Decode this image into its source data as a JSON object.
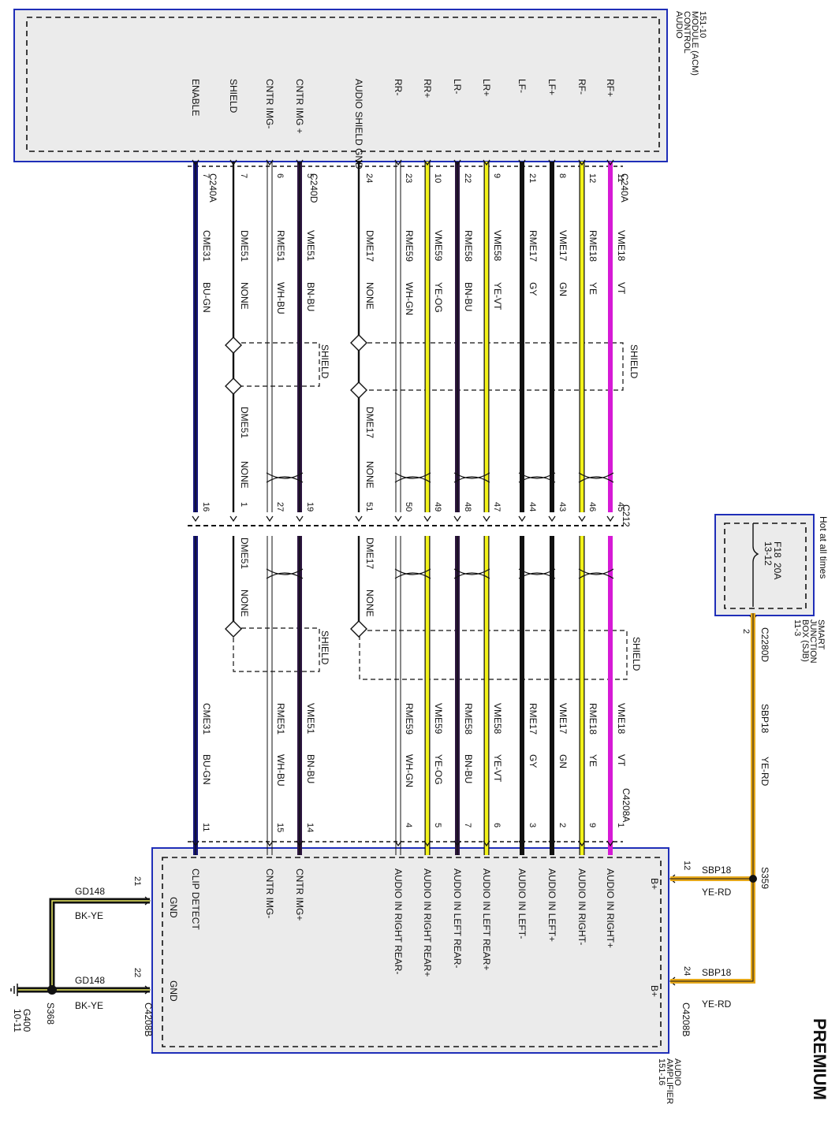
{
  "title": "PREMIUM",
  "acm": {
    "label": [
      "AUDIO",
      "CONTROL",
      "MODULE (ACM)",
      "151-10"
    ]
  },
  "amp": {
    "label": [
      "AUDIO",
      "AMPLIFIER",
      "151-16"
    ]
  },
  "sjb": {
    "label": [
      "SMART",
      "JUNCTION",
      "BOX (SJB)",
      "11-3"
    ],
    "hot": "Hot at all times",
    "fuse": "F18",
    "fuse_rating": "20A",
    "fuse_ref": "13-12"
  },
  "connectors": {
    "c240a": "C240A",
    "c240d": "C240D",
    "c212": "C212",
    "c4208a": "C4208A",
    "c4208b": "C4208B",
    "c2280d": "C2280D"
  },
  "shield_label": "SHIELD",
  "none_label": "NONE",
  "audio_shield_gnd": "AUDIO SHIELD GND",
  "wires": [
    {
      "id": "rf-plus",
      "acm": "RF+",
      "p1": "11",
      "c1": "VME18",
      "col1": "VT",
      "p2": "45",
      "c2": "VME18",
      "col2": "VT",
      "p3": "1",
      "amp": "AUDIO IN RIGHT+",
      "color": "#d61ad6"
    },
    {
      "id": "rf-minus",
      "acm": "RF-",
      "p1": "12",
      "c1": "RME18",
      "col1": "YE",
      "p2": "46",
      "c2": "RME18",
      "col2": "YE",
      "p3": "9",
      "amp": "AUDIO IN RIGHT-",
      "color": "#f2f21a"
    },
    {
      "id": "lf-plus",
      "acm": "LF+",
      "p1": "8",
      "c1": "VME17",
      "col1": "GN",
      "p2": "43",
      "c2": "VME17",
      "col2": "GN",
      "p3": "2",
      "amp": "AUDIO IN LEFT+",
      "color": "#111111"
    },
    {
      "id": "lf-minus",
      "acm": "LF-",
      "p1": "21",
      "c1": "RME17",
      "col1": "GY",
      "p2": "44",
      "c2": "RME17",
      "col2": "GY",
      "p3": "3",
      "amp": "AUDIO IN LEFT-",
      "color": "#111111"
    },
    {
      "id": "lr-plus",
      "acm": "LR+",
      "p1": "9",
      "c1": "VME58",
      "col1": "YE-VT",
      "p2": "47",
      "c2": "VME58",
      "col2": "YE-VT",
      "p3": "6",
      "amp": "AUDIO IN LEFT REAR+",
      "color": "#f2f21a"
    },
    {
      "id": "lr-minus",
      "acm": "LR-",
      "p1": "22",
      "c1": "RME58",
      "col1": "BN-BU",
      "p2": "48",
      "c2": "RME58",
      "col2": "BN-BU",
      "p3": "7",
      "amp": "AUDIO IN LEFT REAR-",
      "color": "#2d1640"
    },
    {
      "id": "rr-plus",
      "acm": "RR+",
      "p1": "10",
      "c1": "VME59",
      "col1": "YE-OG",
      "p2": "49",
      "c2": "VME59",
      "col2": "YE-OG",
      "p3": "5",
      "amp": "AUDIO IN RIGHT REAR+",
      "color": "#f2f21a"
    },
    {
      "id": "rr-minus",
      "acm": "RR-",
      "p1": "23",
      "c1": "RME59",
      "col1": "WH-GN",
      "p2": "50",
      "c2": "RME59",
      "col2": "WH-GN",
      "p3": "4",
      "amp": "AUDIO IN RIGHT REAR-",
      "color": "#ffffff"
    },
    {
      "id": "shield-gnd",
      "acm": "AUDIO SHIELD GND",
      "p1": "24",
      "c1": "DME17",
      "col1": "NONE",
      "p2": "51",
      "c2": "DME17",
      "col2": "NONE",
      "p3": "",
      "amp": "",
      "color": "#111111"
    },
    {
      "id": "cntr-img-plus",
      "acm": "CNTR IMG +",
      "p1": "5",
      "c1": "VME51",
      "col1": "BN-BU",
      "p2": "19",
      "c2": "VME51",
      "col2": "BN-BU",
      "p3": "14",
      "amp": "CNTR IMG+",
      "color": "#2d1640"
    },
    {
      "id": "cntr-img-minus",
      "acm": "CNTR IMG-",
      "p1": "6",
      "c1": "RME51",
      "col1": "WH-BU",
      "p2": "27",
      "c2": "RME51",
      "col2": "WH-BU",
      "p3": "15",
      "amp": "CNTR IMG-",
      "color": "#ffffff"
    },
    {
      "id": "shield",
      "acm": "SHIELD",
      "p1": "7",
      "c1": "DME51",
      "col1": "NONE",
      "p2": "1",
      "c2": "DME51",
      "col2": "NONE",
      "p3": "",
      "amp": "",
      "color": "#111111"
    },
    {
      "id": "enable",
      "acm": "ENABLE",
      "p1": "7",
      "c1": "CME31",
      "col1": "BU-GN",
      "p2": "16",
      "c2": "CME31",
      "col2": "BU-GN",
      "p3": "11",
      "amp": "CLIP DETECT",
      "color": "#14147a"
    }
  ],
  "power": {
    "circuit": "SBP18",
    "color": "YE-RD",
    "splice": "S359",
    "pin_sjb": "2",
    "pin_a": "12",
    "pin_b": "24",
    "b_plus": "B+",
    "wire_color": "#e6a81a"
  },
  "ground": {
    "circuit": "GD148",
    "color": "BK-YE",
    "splice": "S368",
    "ground_point": "G400",
    "ground_ref": "10-11",
    "pin_a": "21",
    "pin_b": "22",
    "gnd": "GND"
  }
}
